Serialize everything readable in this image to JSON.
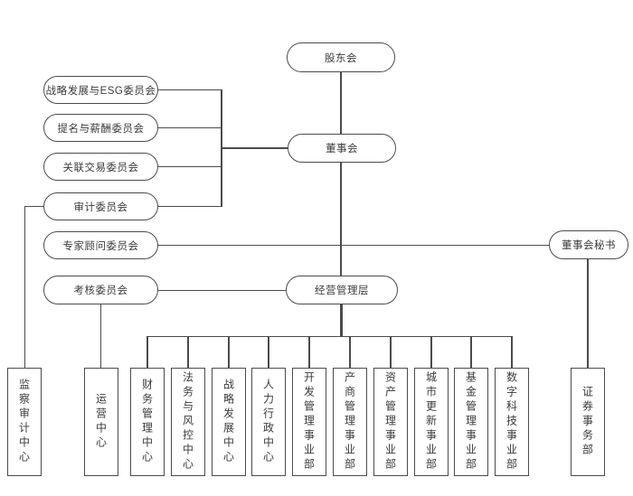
{
  "page": {
    "background_color": "#ffffff",
    "line_color": "#4b4b4b",
    "text_color": "#3a3a3a"
  },
  "nodes": {
    "shareholders": {
      "label": "股东会"
    },
    "board": {
      "label": "董事会"
    },
    "management": {
      "label": "经营管理层"
    },
    "secretary": {
      "label": "董事会秘书"
    }
  },
  "committees": [
    {
      "label": "战略发展与ESG委员会"
    },
    {
      "label": "提名与薪酬委员会"
    },
    {
      "label": "关联交易委员会"
    },
    {
      "label": "审计委员会"
    },
    {
      "label": "专家顾问委员会"
    },
    {
      "label": "考核委员会"
    }
  ],
  "departments": [
    {
      "label": "监察审计中心"
    },
    {
      "label": "运营中心"
    },
    {
      "label": "财务管理中心"
    },
    {
      "label": "法务与风控中心"
    },
    {
      "label": "战略发展中心"
    },
    {
      "label": "人力行政中心"
    },
    {
      "label": "开发管理事业部"
    },
    {
      "label": "产商管理事业部"
    },
    {
      "label": "资产管理事业部"
    },
    {
      "label": "城市更新事业部"
    },
    {
      "label": "基金管理事业部"
    },
    {
      "label": "数字科技事业部"
    },
    {
      "label": "证券事务部"
    }
  ]
}
